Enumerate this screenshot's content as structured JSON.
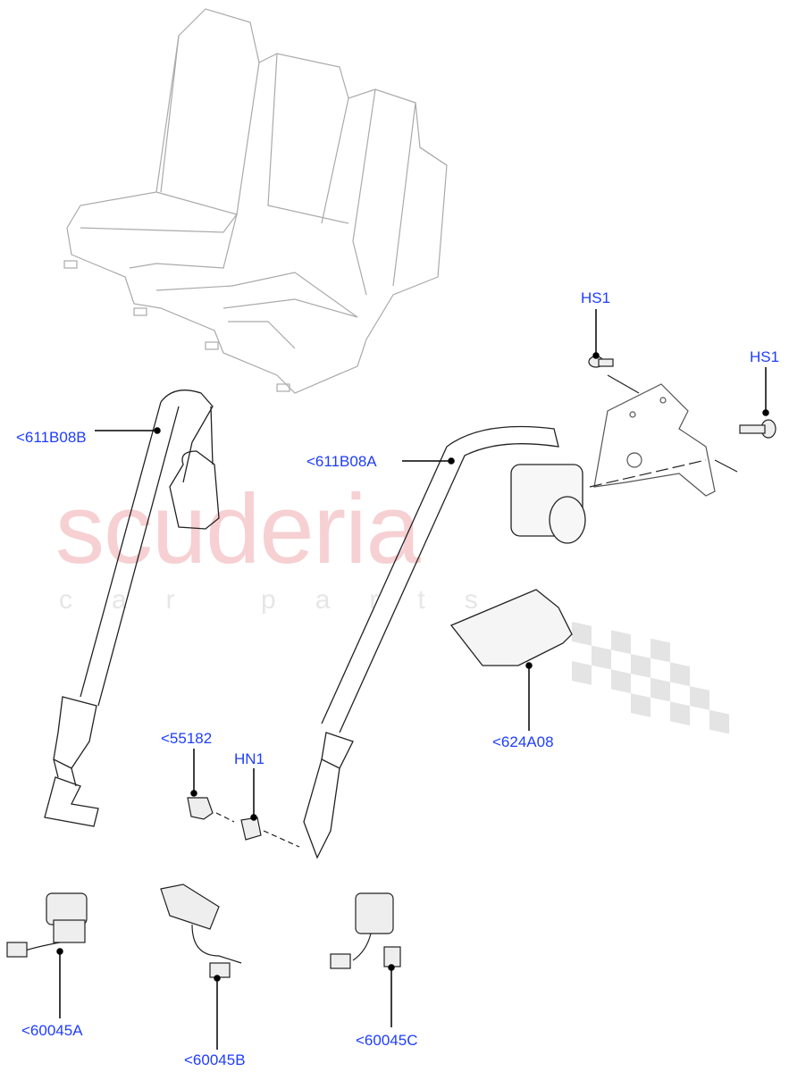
{
  "watermark": {
    "brand": "scuderia",
    "tagline": "car parts",
    "brand_color": "#f6d0d2"
  },
  "label_color": "#1f3dff",
  "callouts": [
    {
      "id": "hs1-a",
      "text": "HS1"
    },
    {
      "id": "hs1-b",
      "text": "HS1"
    },
    {
      "id": "611b08b",
      "text": "<611B08B"
    },
    {
      "id": "611b08a",
      "text": "<611B08A"
    },
    {
      "id": "55182",
      "text": "<55182"
    },
    {
      "id": "hn1",
      "text": "HN1"
    },
    {
      "id": "624a08",
      "text": "<624A08"
    },
    {
      "id": "60045a",
      "text": "<60045A"
    },
    {
      "id": "60045b",
      "text": "<60045B"
    },
    {
      "id": "60045c",
      "text": "<60045C"
    }
  ]
}
